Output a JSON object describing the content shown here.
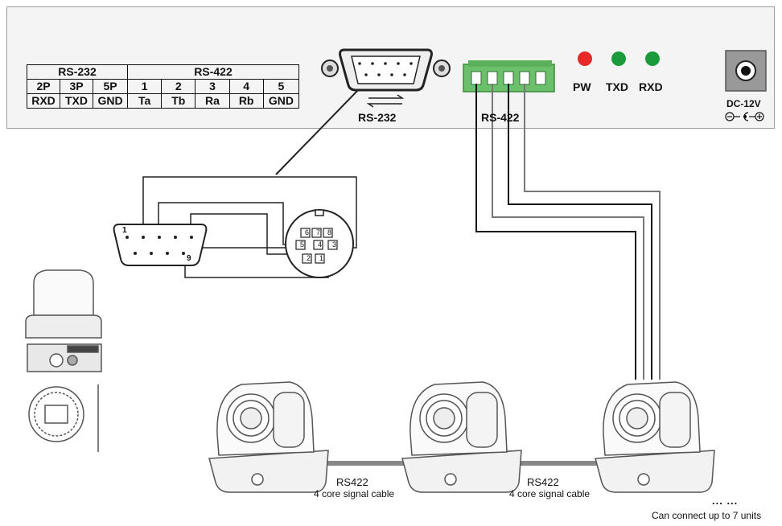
{
  "pin_table": {
    "rs232_header": "RS-232",
    "rs422_header": "RS-422",
    "rs232_pins": [
      {
        "pin": "2P",
        "signal": "RXD"
      },
      {
        "pin": "3P",
        "signal": "TXD"
      },
      {
        "pin": "5P",
        "signal": "GND"
      }
    ],
    "rs422_pins": [
      {
        "pin": "1",
        "signal": "Ta"
      },
      {
        "pin": "2",
        "signal": "Tb"
      },
      {
        "pin": "3",
        "signal": "Ra"
      },
      {
        "pin": "4",
        "signal": "Rb"
      },
      {
        "pin": "5",
        "signal": "GND"
      }
    ]
  },
  "panel": {
    "rs232_port_label": "RS-232",
    "rs422_port_label": "RS-422",
    "leds": [
      {
        "label": "PW",
        "color": "#e62a2a"
      },
      {
        "label": "TXD",
        "color": "#1a9a3a"
      },
      {
        "label": "RXD",
        "color": "#1a9a3a"
      }
    ],
    "dc_label": "DC-12V",
    "terminal_color": "#6cc06c"
  },
  "db9": {
    "pin_1": "1",
    "pin_9": "9"
  },
  "mini_din": {
    "pins": [
      "6",
      "7",
      "8",
      "5",
      "4",
      "3",
      "2",
      "1"
    ]
  },
  "links": [
    {
      "line1": "RS422",
      "line2": "4 core signal cable"
    },
    {
      "line1": "RS422",
      "line2": "4 core signal cable"
    }
  ],
  "footer": {
    "dots": "... ...",
    "note": "Can connect up to 7 units"
  }
}
